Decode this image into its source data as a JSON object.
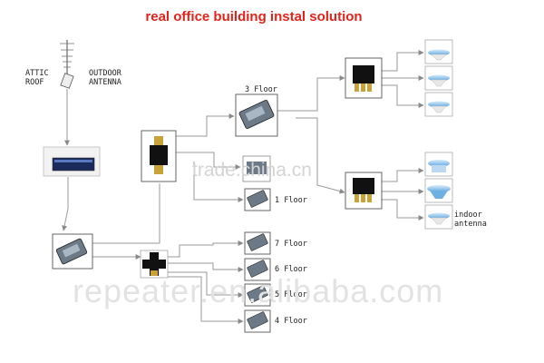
{
  "title": "real office building instal solution",
  "labels": {
    "attic_line1": "ATTIC",
    "attic_line2": "ROOF",
    "outdoor_line1": "OUTDOOR",
    "outdoor_line2": "ANTENNA",
    "floor3": "3 Floor",
    "floor1": "1 Floor",
    "floor7": "7 Floor",
    "floor6": "6 Floor",
    "floor5": "5 Floor",
    "floor4": "4 Floor",
    "indoor_line1": "indoor",
    "indoor_line2": "antenna"
  },
  "watermarks": {
    "top": "trade.china.cn",
    "bottom": "repeater.en.alibaba.com"
  },
  "colors": {
    "title": "#e2231a",
    "line": "#999999",
    "device_frame": "#555555",
    "antenna_cap": "#9cc6e8"
  }
}
